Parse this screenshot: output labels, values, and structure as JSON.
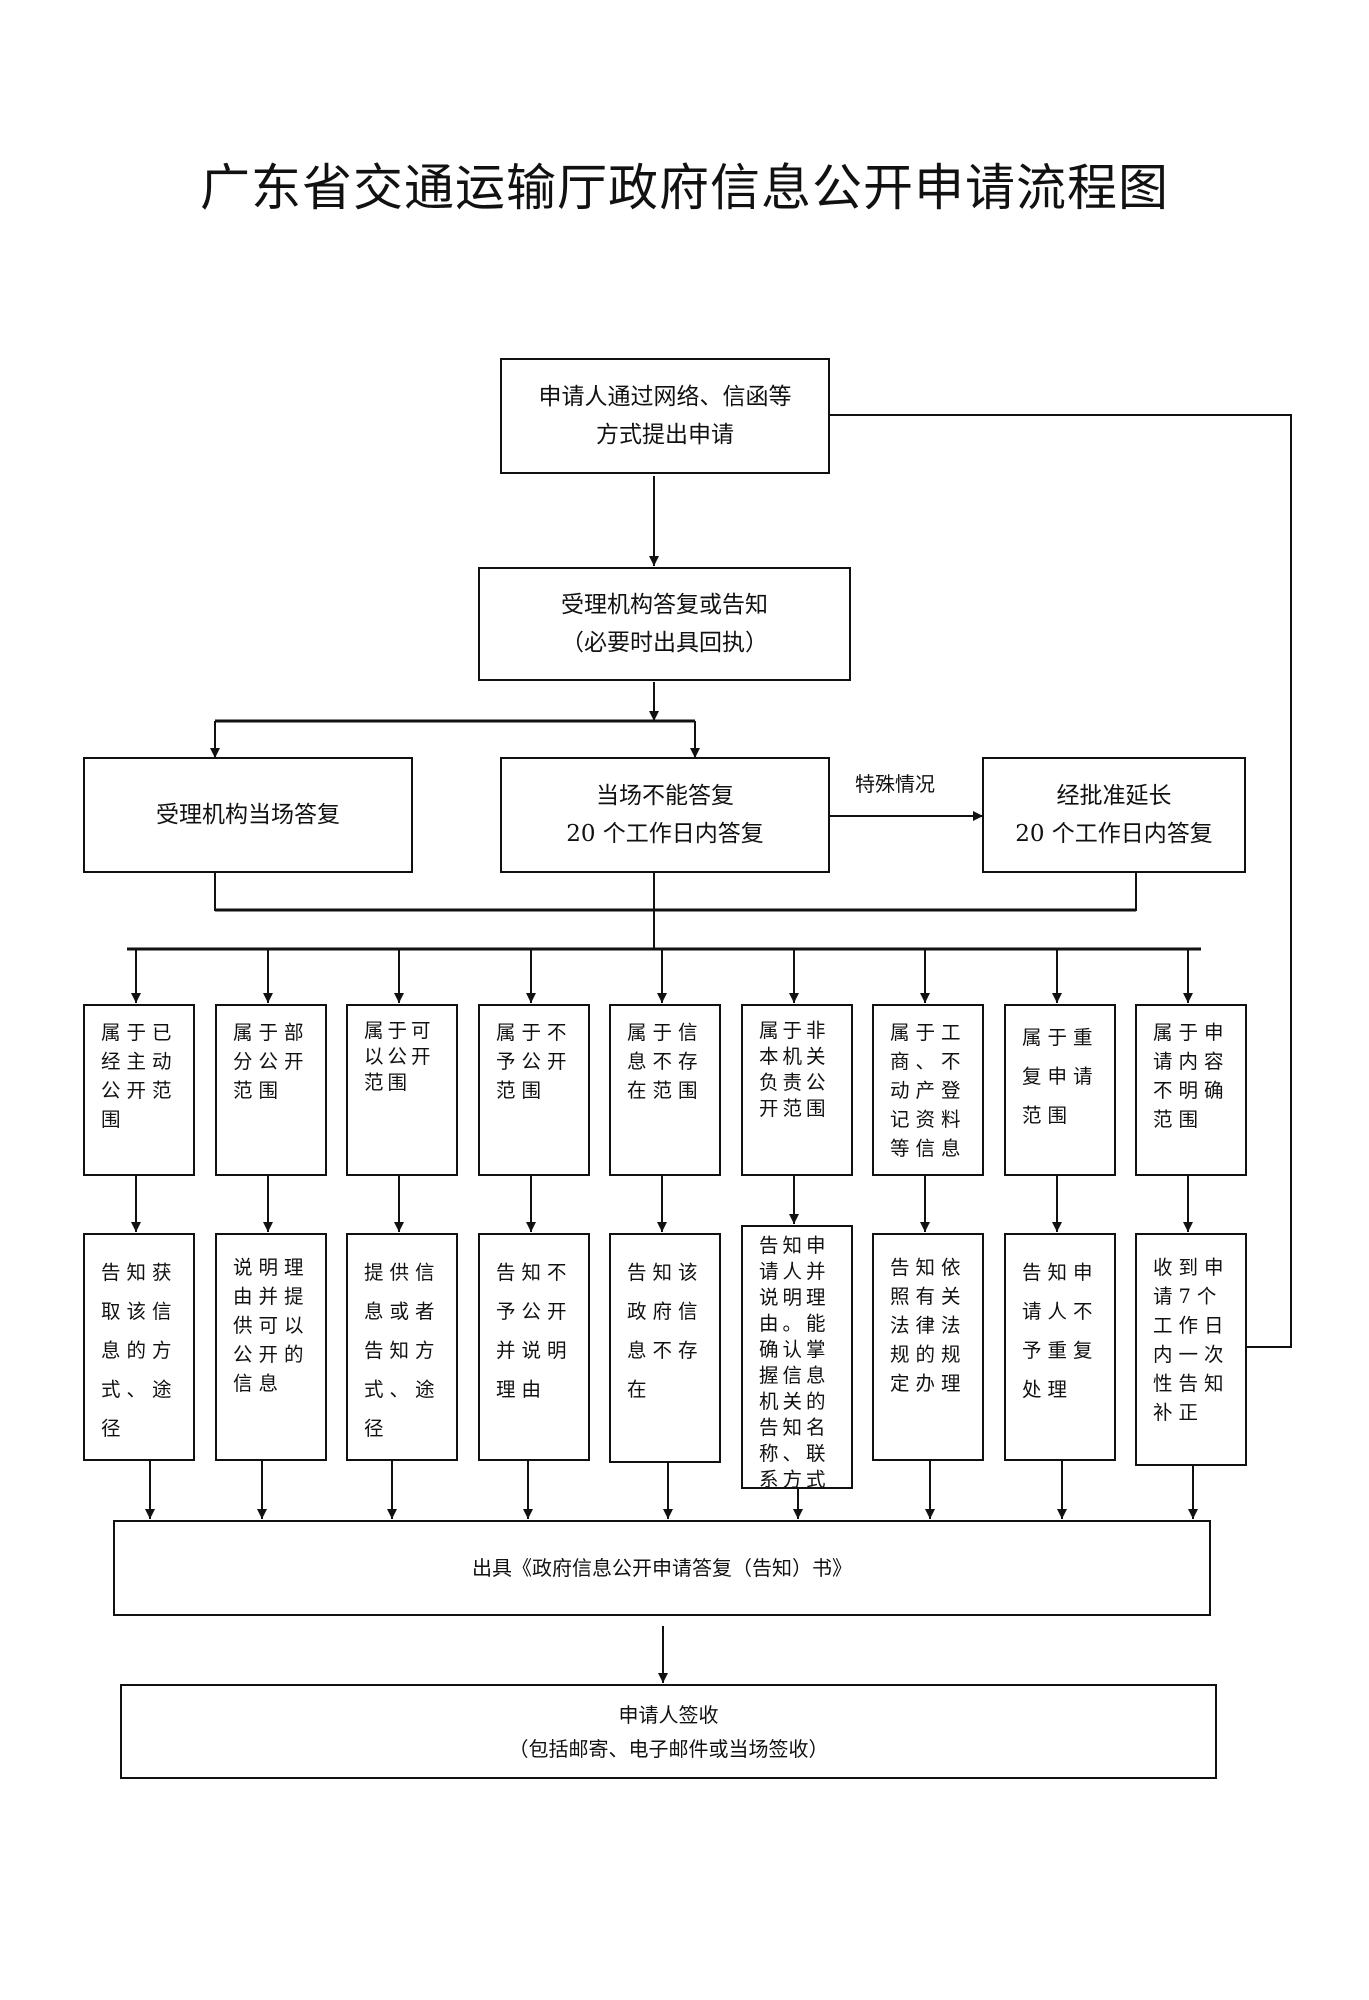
{
  "title": "广东省交通运输厅政府信息公开申请流程图",
  "nodes": {
    "apply": [
      "申请人通过网络、信函等",
      "方式提出申请"
    ],
    "accept": [
      "受理机构答复或告知",
      "（必要时出具回执）"
    ],
    "on_site": [
      "受理机构当场答复"
    ],
    "not_on_site": [
      "当场不能答复",
      "20 个工作日内答复"
    ],
    "extended": [
      "经批准延长",
      "20 个工作日内答复"
    ],
    "issue_letter": [
      "出具《政府信息公开申请答复（告知）书》"
    ],
    "sign": [
      "申请人签收",
      "（包括邮寄、电子邮件或当场签收）"
    ]
  },
  "edge_labels": {
    "special_case": "特殊情况"
  },
  "categories": [
    "属于已经主动公开范围",
    "属于部分公开范围",
    "属于可以公开范围",
    "属于不予公开范围",
    "属于信息不存在范围",
    "属于非本机关负责公开范围",
    "属于工商、不动产登记资料等信息",
    "属于重复申请范围",
    "属于申请内容不明确范围"
  ],
  "actions": [
    "告知获取该信息的方式、途径",
    "说明理由并提供可以公开的信息",
    "提供信息或者告知方式、途径",
    "告知不予公开并说明理由",
    "告知该政府信息不存在",
    "告知申请人并说明理由。能确认掌握信息机关的告知名称、联系方式",
    "告知依照有关法律法规的规定办理",
    "告知申请人不予重复处理",
    "收到申请7个工作日内一次性告知补正"
  ]
}
